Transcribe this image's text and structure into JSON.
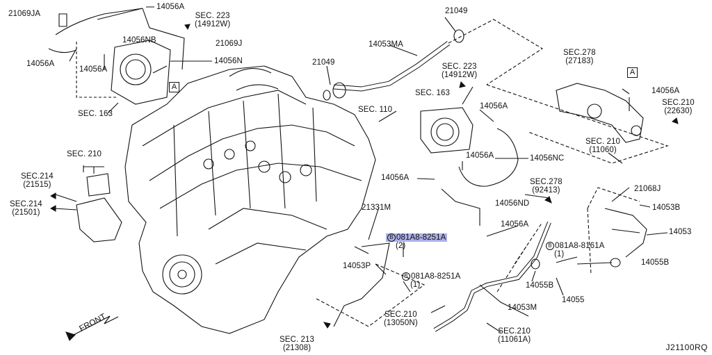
{
  "labels": {
    "p21069JA": "21069JA",
    "p14056A_top": "14056A",
    "sec223_top": "SEC. 223",
    "sec223_top_sub": "(14912W)",
    "p14056NB": "14056NB",
    "p21069J": "21069J",
    "p14056A_l1": "14056A",
    "p14056A_l2": "14056A",
    "p14056N": "14056N",
    "sec163_left": "SEC. 163",
    "p21049_top": "21049",
    "p14053MA": "14053MA",
    "p21049_mid": "21049",
    "sec223_mid": "SEC. 223",
    "sec223_mid_sub": "(14912W)",
    "sec163_mid": "SEC. 163",
    "sec110": "SEC. 110",
    "p14056A_m1": "14056A",
    "p14056A_m2": "14056A",
    "p14056A_m3": "14056A",
    "p14056NC": "14056NC",
    "sec278_top": "SEC.278",
    "sec278_top_sub": "(27183)",
    "p14056A_r": "14056A",
    "sec210_r": "SEC.210",
    "sec210_r_sub": "(22630)",
    "sec210_m": "SEC. 210",
    "sec210_m_sub": "(11060)",
    "sec210_left": "SEC. 210",
    "sec214_a": "SEC.214",
    "sec214_a_sub": "(21515)",
    "sec214_b": "SEC.214",
    "sec214_b_sub": "(21501)",
    "sec278_mid": "SEC.278",
    "sec278_mid_sub": "(92413)",
    "p14056ND": "14056ND",
    "p21068J": "21068J",
    "p14053B": "14053B",
    "p21331M": "21331M",
    "bolt_hl": "081A8-8251A",
    "bolt_hl_qty": "(2)",
    "p14056A_low": "14056A",
    "p14053": "14053",
    "bolt_b": "081A8-8161A",
    "bolt_b_qty": "(1)",
    "p14053P": "14053P",
    "bolt_c": "081A8-8251A",
    "bolt_c_qty": "(1)",
    "p14055B_r": "14055B",
    "p14055B_m": "14055B",
    "p14055": "14055",
    "p14053M": "14053M",
    "sec210_low": "SEC.210",
    "sec210_low_sub": "(13050N)",
    "sec210_br": "SEC.210",
    "sec210_br_sub": "(11061A)",
    "sec213": "SEC. 213",
    "sec213_sub": "(21308)",
    "boxA": "A",
    "circB": "B",
    "front": "FRONT",
    "drawing_code": "J21100RQ"
  },
  "colors": {
    "line": "#111111",
    "highlight": "#aeb0e6",
    "background": "#ffffff"
  }
}
